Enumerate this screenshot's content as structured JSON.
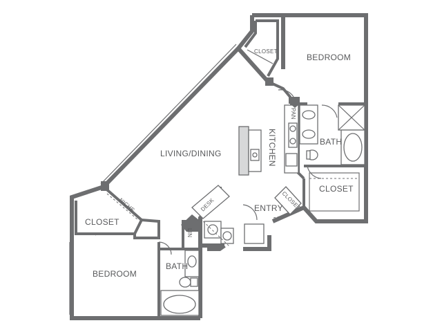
{
  "rooms": {
    "bedroom_1": "BEDROOM",
    "closet_1": "CLOSET",
    "living_dining": "LIVING/DINING",
    "kitchen": "KITCHEN",
    "pan": "PAN",
    "bath_1": "BATH",
    "closet_2": "CLOSET",
    "closet_3": "CLOSET",
    "niche": "NICHE",
    "desk": "DESK",
    "entry": "ENTRY",
    "closet_4": "CLOSET",
    "bedroom_2": "BEDROOM",
    "bath_2": "BATH",
    "lin": "LIN"
  },
  "colors": {
    "wall": "#6d6e70",
    "text": "#58595b",
    "fixture_fill": "#d7d8d9",
    "background": "#ffffff"
  }
}
